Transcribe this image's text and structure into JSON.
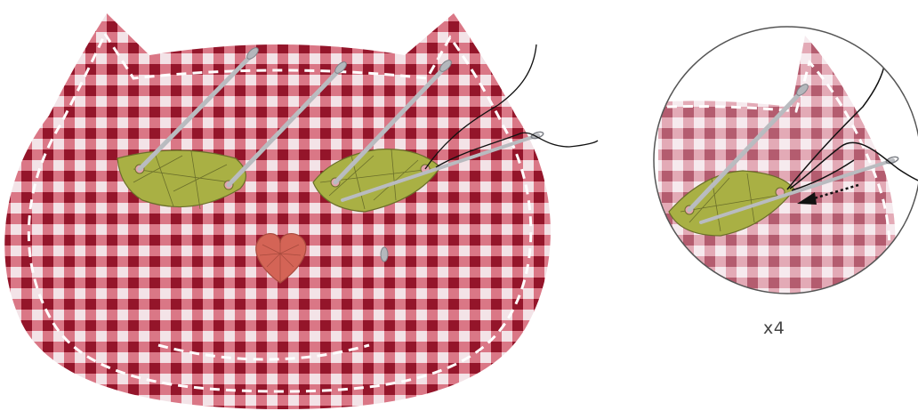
{
  "caption": "x4",
  "colors": {
    "fabric_base": "#f3e3e7",
    "gingham_red": "#b5162e",
    "gingham_dark": "#7a0a1c",
    "stitch_line": "#ffffff",
    "leaf_fill": "#a9b044",
    "leaf_vein": "#6a6e2a",
    "heart_fill": "#d46456",
    "pin_metal": "#b4b7bc",
    "thread": "#111111",
    "zoom_circle": "#555555"
  },
  "icons": [
    "cat-face-fabric",
    "leaf-sequin-eye",
    "heart-sequin-nose",
    "sewing-pin",
    "needle-with-thread",
    "magnifier-circle",
    "dotted-arrow"
  ]
}
